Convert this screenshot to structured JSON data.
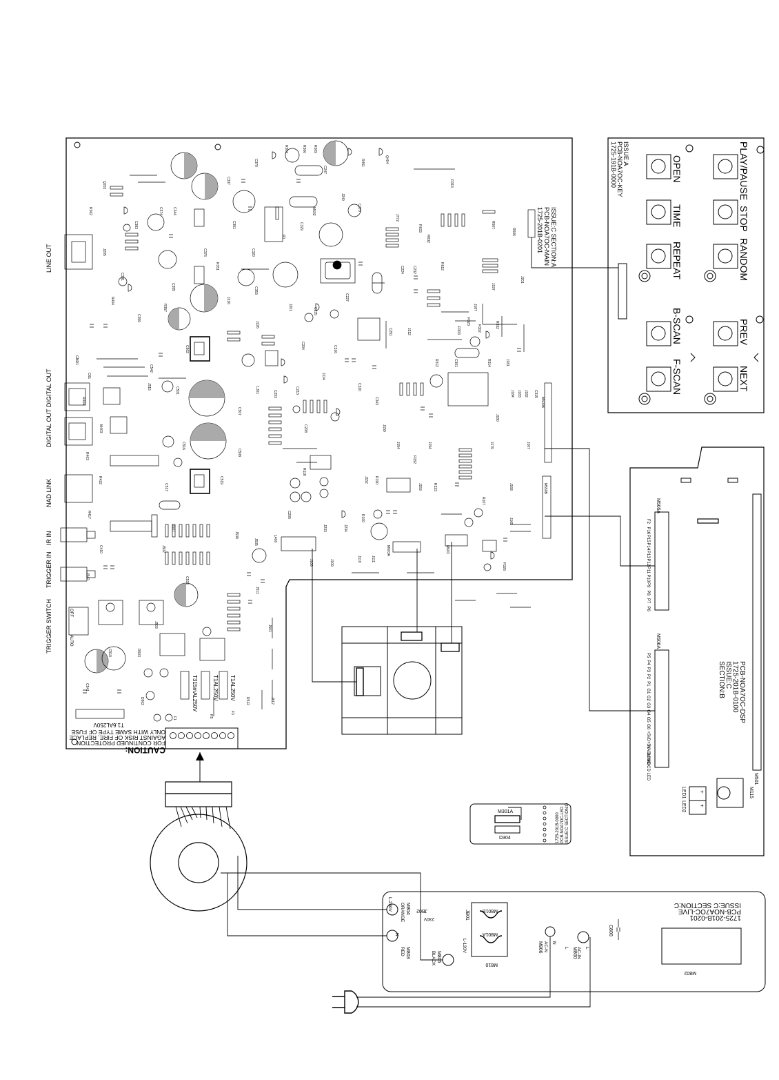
{
  "main_board": {
    "id_lines": [
      "1725-201B-0201",
      "PCB-NOA7OC-MAIN",
      "ISSUE:C SECTION:A"
    ],
    "caution_lines": [
      "CAUTION:",
      "FOR CONTINUED PROTECTION",
      "AGAINST RISK OF FIRE, REPLACE",
      "ONLY WITH SAME TYPE OF FUSE"
    ],
    "connectors": [
      "LINE OUT",
      "DIGITAL OUT",
      "DIGITAL OUT",
      "NAD LINK",
      "IR IN",
      "TRIGGER IN",
      "TRIGGER SWITCH"
    ],
    "fuses": [
      "T315mAL250V",
      "T1AL250V",
      "T1AL250V",
      "T1.6AL250V"
    ],
    "switch_labels": [
      "OFF",
      "AUTO"
    ]
  },
  "key_board": {
    "id_lines": [
      "1725-191B-0000",
      "PCB-NOA7OC-KEY",
      "ISSUE:A"
    ],
    "buttons": [
      "OPEN",
      "PLAY/PAUSE",
      "TIME",
      "STOP",
      "REPEAT",
      "RANDOM",
      "B-SCAN",
      "PREV",
      "F-SCAN",
      "NEXT"
    ]
  },
  "dsp_board": {
    "id_lines": [
      "PCB-NOA7OC-DSP",
      "1725-201B-0100",
      "ISSUE:C",
      "SECTION:B"
    ],
    "connector_a": "M505A",
    "connector_b": "M506A",
    "pins_a": [
      "F2",
      "P16",
      "P15",
      "P14",
      "P13",
      "P12",
      "P11",
      "P10",
      "P9",
      "P8",
      "P7",
      "P6"
    ],
    "pins_b": [
      "P5",
      "P4",
      "P3",
      "P2",
      "P1",
      "G1",
      "G2",
      "G3",
      "G4",
      "G5",
      "G6",
      "+5V",
      "D+5V",
      "NADLINK",
      "DGND",
      "HDCD LED"
    ],
    "parts": [
      "LED1",
      "LED2",
      "M501",
      "M115"
    ]
  },
  "led_board": {
    "parts": [
      "M301A",
      "D304"
    ],
    "id_lines": [
      "1725-201B-0000",
      "PCB-NOA7OC-LED",
      "ISSUE:C SECTION:D"
    ]
  },
  "live_board": {
    "id_lines": [
      "1725-201B-0201",
      "PCB-NOA7OC-LIVE",
      "ISSUE:C SECTION:C"
    ],
    "parts": [
      "M802",
      "M803",
      "M804",
      "M805",
      "M801A",
      "M801B",
      "M810",
      "JB01",
      "JB02",
      "M800",
      "M806",
      "C800"
    ],
    "labels": [
      "RED",
      "ORANGE",
      "BLACK",
      "N",
      "L",
      "AC-N",
      "AC-IN",
      "L-230V",
      "L-120V",
      "230V",
      "N",
      "L"
    ]
  }
}
